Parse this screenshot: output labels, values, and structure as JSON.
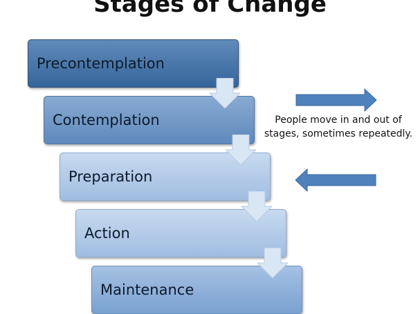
{
  "title": "Stages of Change",
  "stages": [
    {
      "label": "Precontemplation"
    },
    {
      "label": "Contemplation"
    },
    {
      "label": "Preparation"
    },
    {
      "label": "Action"
    },
    {
      "label": "Maintenance"
    }
  ],
  "note": "People move in and out of stages, sometimes repeatedly.",
  "arrows": {
    "forward_icon": "right-arrow-icon",
    "backward_icon": "left-arrow-icon",
    "down_icon": "down-arrow-icon",
    "color": "#4f81bd"
  }
}
